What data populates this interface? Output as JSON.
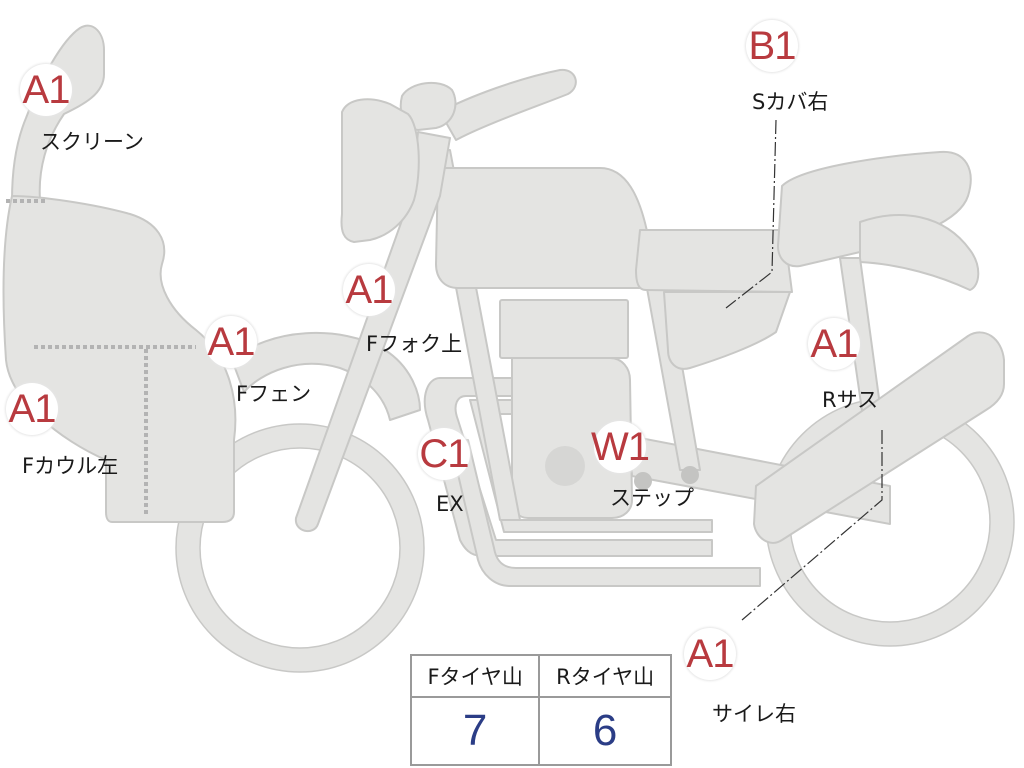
{
  "colors": {
    "bike_fill": "#e4e4e2",
    "bike_stroke": "#c8c8c6",
    "grade_text": "#b83a3f",
    "tire_value_text": "#2b3d86",
    "dashed_line": "#b3b3b3"
  },
  "parts": [
    {
      "id": "screen",
      "grade": "A1",
      "label": "スクリーン"
    },
    {
      "id": "front-cowl-left",
      "grade": "A1",
      "label": "Fカウル左"
    },
    {
      "id": "front-fender",
      "grade": "A1",
      "label": "Fフェン"
    },
    {
      "id": "front-fork-upper",
      "grade": "A1",
      "label": "Fフォク上"
    },
    {
      "id": "exhaust",
      "grade": "C1",
      "label": "EX"
    },
    {
      "id": "step",
      "grade": "W1",
      "label": "ステップ"
    },
    {
      "id": "side-cover-right",
      "grade": "B1",
      "label": "Sカバ右"
    },
    {
      "id": "rear-suspension",
      "grade": "A1",
      "label": "Rサス"
    },
    {
      "id": "silencer-right",
      "grade": "A1",
      "label": "サイレ右"
    }
  ],
  "tire_table": {
    "headers": [
      "Fタイヤ山",
      "Rタイヤ山"
    ],
    "values": [
      "7",
      "6"
    ]
  }
}
